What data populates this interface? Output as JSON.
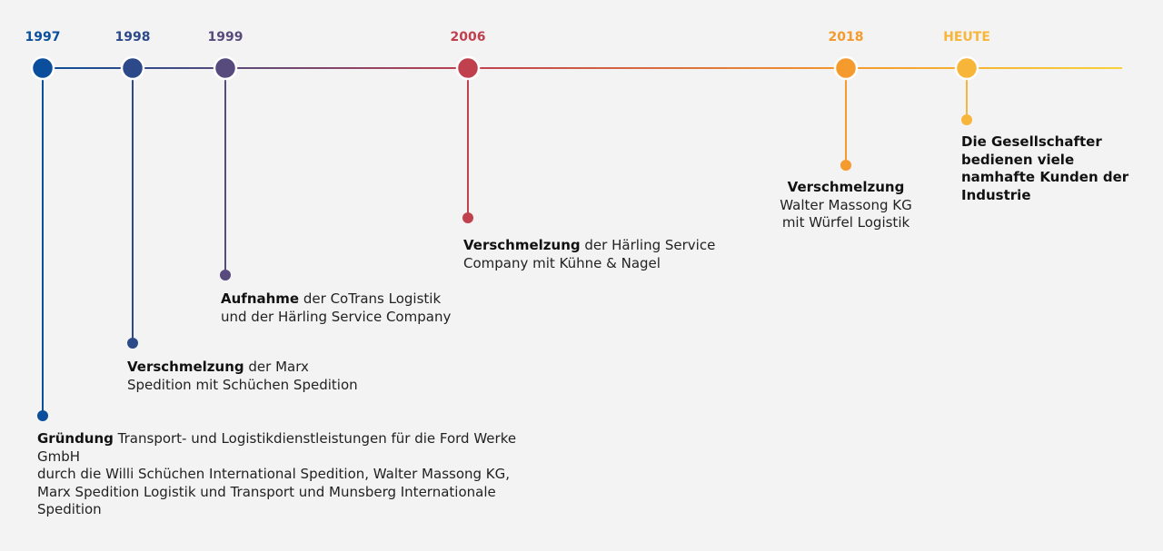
{
  "colors": {
    "background": "#f3f3f3",
    "text": "#222222",
    "c1997": "#0b4f9c",
    "c1998": "#2c4a8a",
    "c1999": "#574a7c",
    "c2006": "#c0404e",
    "c2018": "#f59a2c",
    "cheute": "#f7b53a"
  },
  "milestones": [
    {
      "year": "1997",
      "title": "Gründung",
      "text_inline": " Transport- und Logistikdienstleistungen für die Ford Werke",
      "lines": [
        "GmbH",
        "durch die Willi Schüchen International Spedition, Walter Massong KG,",
        "Marx Spedition Logistik und Transport und Munsberg Internationale",
        "Spedition"
      ]
    },
    {
      "year": "1998",
      "title": "Verschmelzung",
      "text_inline": " der Marx",
      "lines": [
        "Spedition mit Schüchen Spedition"
      ]
    },
    {
      "year": "1999",
      "title": "Aufnahme",
      "text_inline": " der CoTrans Logistik",
      "lines": [
        "und der Härling Service Company"
      ]
    },
    {
      "year": "2006",
      "title": "Verschmelzung",
      "text_inline": " der Härling Service",
      "lines": [
        "Company mit Kühne & Nagel"
      ]
    },
    {
      "year": "2018",
      "title": "Verschmelzung",
      "text_inline": "",
      "lines": [
        "Walter Massong KG",
        "mit Würfel Logistik"
      ]
    },
    {
      "year": "HEUTE",
      "title": "",
      "text_inline": "",
      "bold_lines": [
        "Die Gesellschafter",
        "bedienen viele",
        "namhafte Kunden der",
        "Industrie"
      ]
    }
  ]
}
